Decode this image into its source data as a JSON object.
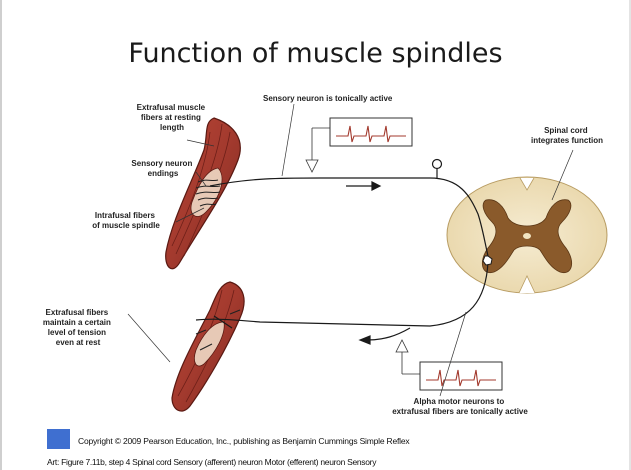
{
  "title": "Function of muscle spindles",
  "labels": {
    "extrafusal_resting": [
      "Extrafusal muscle",
      "fibers at resting",
      "length"
    ],
    "sensory_tonically": "Sensory neuron is tonically active",
    "sensory_endings": [
      "Sensory neuron",
      "endings"
    ],
    "intrafusal": [
      "Intrafusal fibers",
      "of muscle spindle"
    ],
    "spinal_cord": [
      "Spinal cord",
      "integrates function"
    ],
    "extrafusal_tension": [
      "Extrafusal fibers",
      "maintain a certain",
      "level of tension",
      "even at rest"
    ],
    "alpha_motor": [
      "Alpha motor neurons to",
      "extrafusal fibers are tonically active"
    ]
  },
  "colors": {
    "muscle": "#a33a2e",
    "muscle_dark": "#6e1f18",
    "spinal_white_matter": "#f1e4c2",
    "spinal_grey_matter": "#8a5a2b",
    "footer_square": "#3f6fd0"
  },
  "footer": {
    "copyright": "Copyright © 2009 Pearson Education, Inc., publishing as Benjamin Cummings Simple Reflex",
    "caption": "Art: Figure 7.11b, step 4 Spinal cord Sensory (afferent) neuron Motor (efferent) neuron Sensory"
  }
}
